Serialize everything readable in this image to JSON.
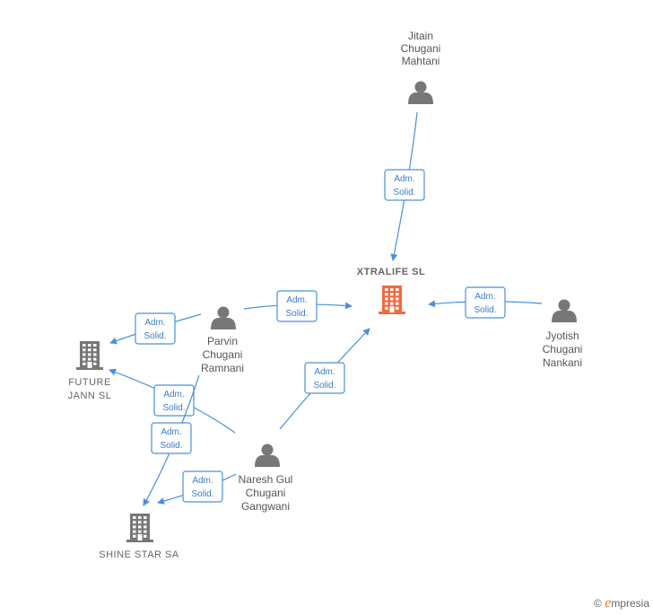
{
  "people": [
    {
      "id": "jitain",
      "lines": [
        "Jitain",
        "Chugani",
        "Mahtani"
      ]
    },
    {
      "id": "parvin",
      "lines": [
        "Parvin",
        "Chugani",
        "Ramnani"
      ]
    },
    {
      "id": "jyotish",
      "lines": [
        "Jyotish",
        "Chugani",
        "Nankani"
      ]
    },
    {
      "id": "naresh",
      "lines": [
        "Naresh Gul",
        "Chugani",
        "Gangwani"
      ]
    }
  ],
  "companies": [
    {
      "id": "xtralife",
      "lines": [
        "XTRALIFE  SL"
      ],
      "main": true
    },
    {
      "id": "future",
      "lines": [
        "FUTURE",
        "JANN  SL"
      ],
      "main": false
    },
    {
      "id": "shine",
      "lines": [
        "SHINE STAR SA"
      ],
      "main": false
    }
  ],
  "edges": [
    {
      "from": "jitain",
      "to": "xtralife",
      "label": [
        "Adm.",
        "Solid."
      ]
    },
    {
      "from": "parvin",
      "to": "xtralife",
      "label": [
        "Adm.",
        "Solid."
      ]
    },
    {
      "from": "jyotish",
      "to": "xtralife",
      "label": [
        "Adm.",
        "Solid."
      ]
    },
    {
      "from": "naresh",
      "to": "xtralife",
      "label": [
        "Adm.",
        "Solid."
      ]
    },
    {
      "from": "parvin",
      "to": "future",
      "label": [
        "Adm.",
        "Solid."
      ]
    },
    {
      "from": "naresh",
      "to": "future",
      "label": [
        "Adm.",
        "Solid."
      ]
    },
    {
      "from": "parvin",
      "to": "shine",
      "label": [
        "Adm.",
        "Solid."
      ]
    },
    {
      "from": "naresh",
      "to": "shine",
      "label": [
        "Adm.",
        "Solid."
      ]
    }
  ],
  "colors": {
    "main_company": "#f26a3d",
    "company": "#777777",
    "person": "#777777",
    "edge": "#4a90d9"
  },
  "footer": {
    "copyright": "©",
    "brand_initial": "e",
    "brand_rest": "mpresia"
  }
}
